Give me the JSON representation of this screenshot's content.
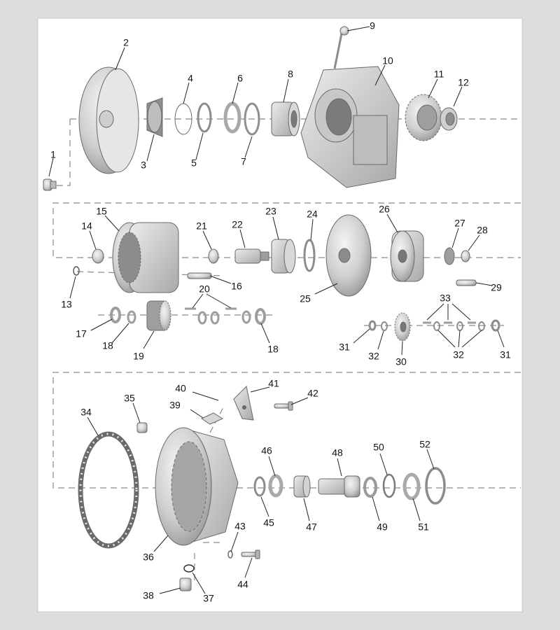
{
  "diagram": {
    "type": "exploded-parts-view",
    "part_numbers": [
      "1",
      "2",
      "3",
      "4",
      "5",
      "6",
      "7",
      "8",
      "9",
      "10",
      "11",
      "12",
      "13",
      "14",
      "15",
      "16",
      "17",
      "18",
      "19",
      "20",
      "21",
      "22",
      "23",
      "24",
      "25",
      "26",
      "27",
      "28",
      "29",
      "30",
      "31",
      "32",
      "33",
      "34",
      "35",
      "36",
      "37",
      "38",
      "39",
      "40",
      "41",
      "42",
      "43",
      "44",
      "45",
      "46",
      "47",
      "48",
      "49",
      "50",
      "51",
      "52"
    ],
    "colors": {
      "background": "#dcdcdc",
      "sheet": "#ffffff",
      "part_fill": "#d9d9d9",
      "part_dark": "#9e9e9e",
      "line": "#222222",
      "axis": "#8a8a8a"
    }
  }
}
